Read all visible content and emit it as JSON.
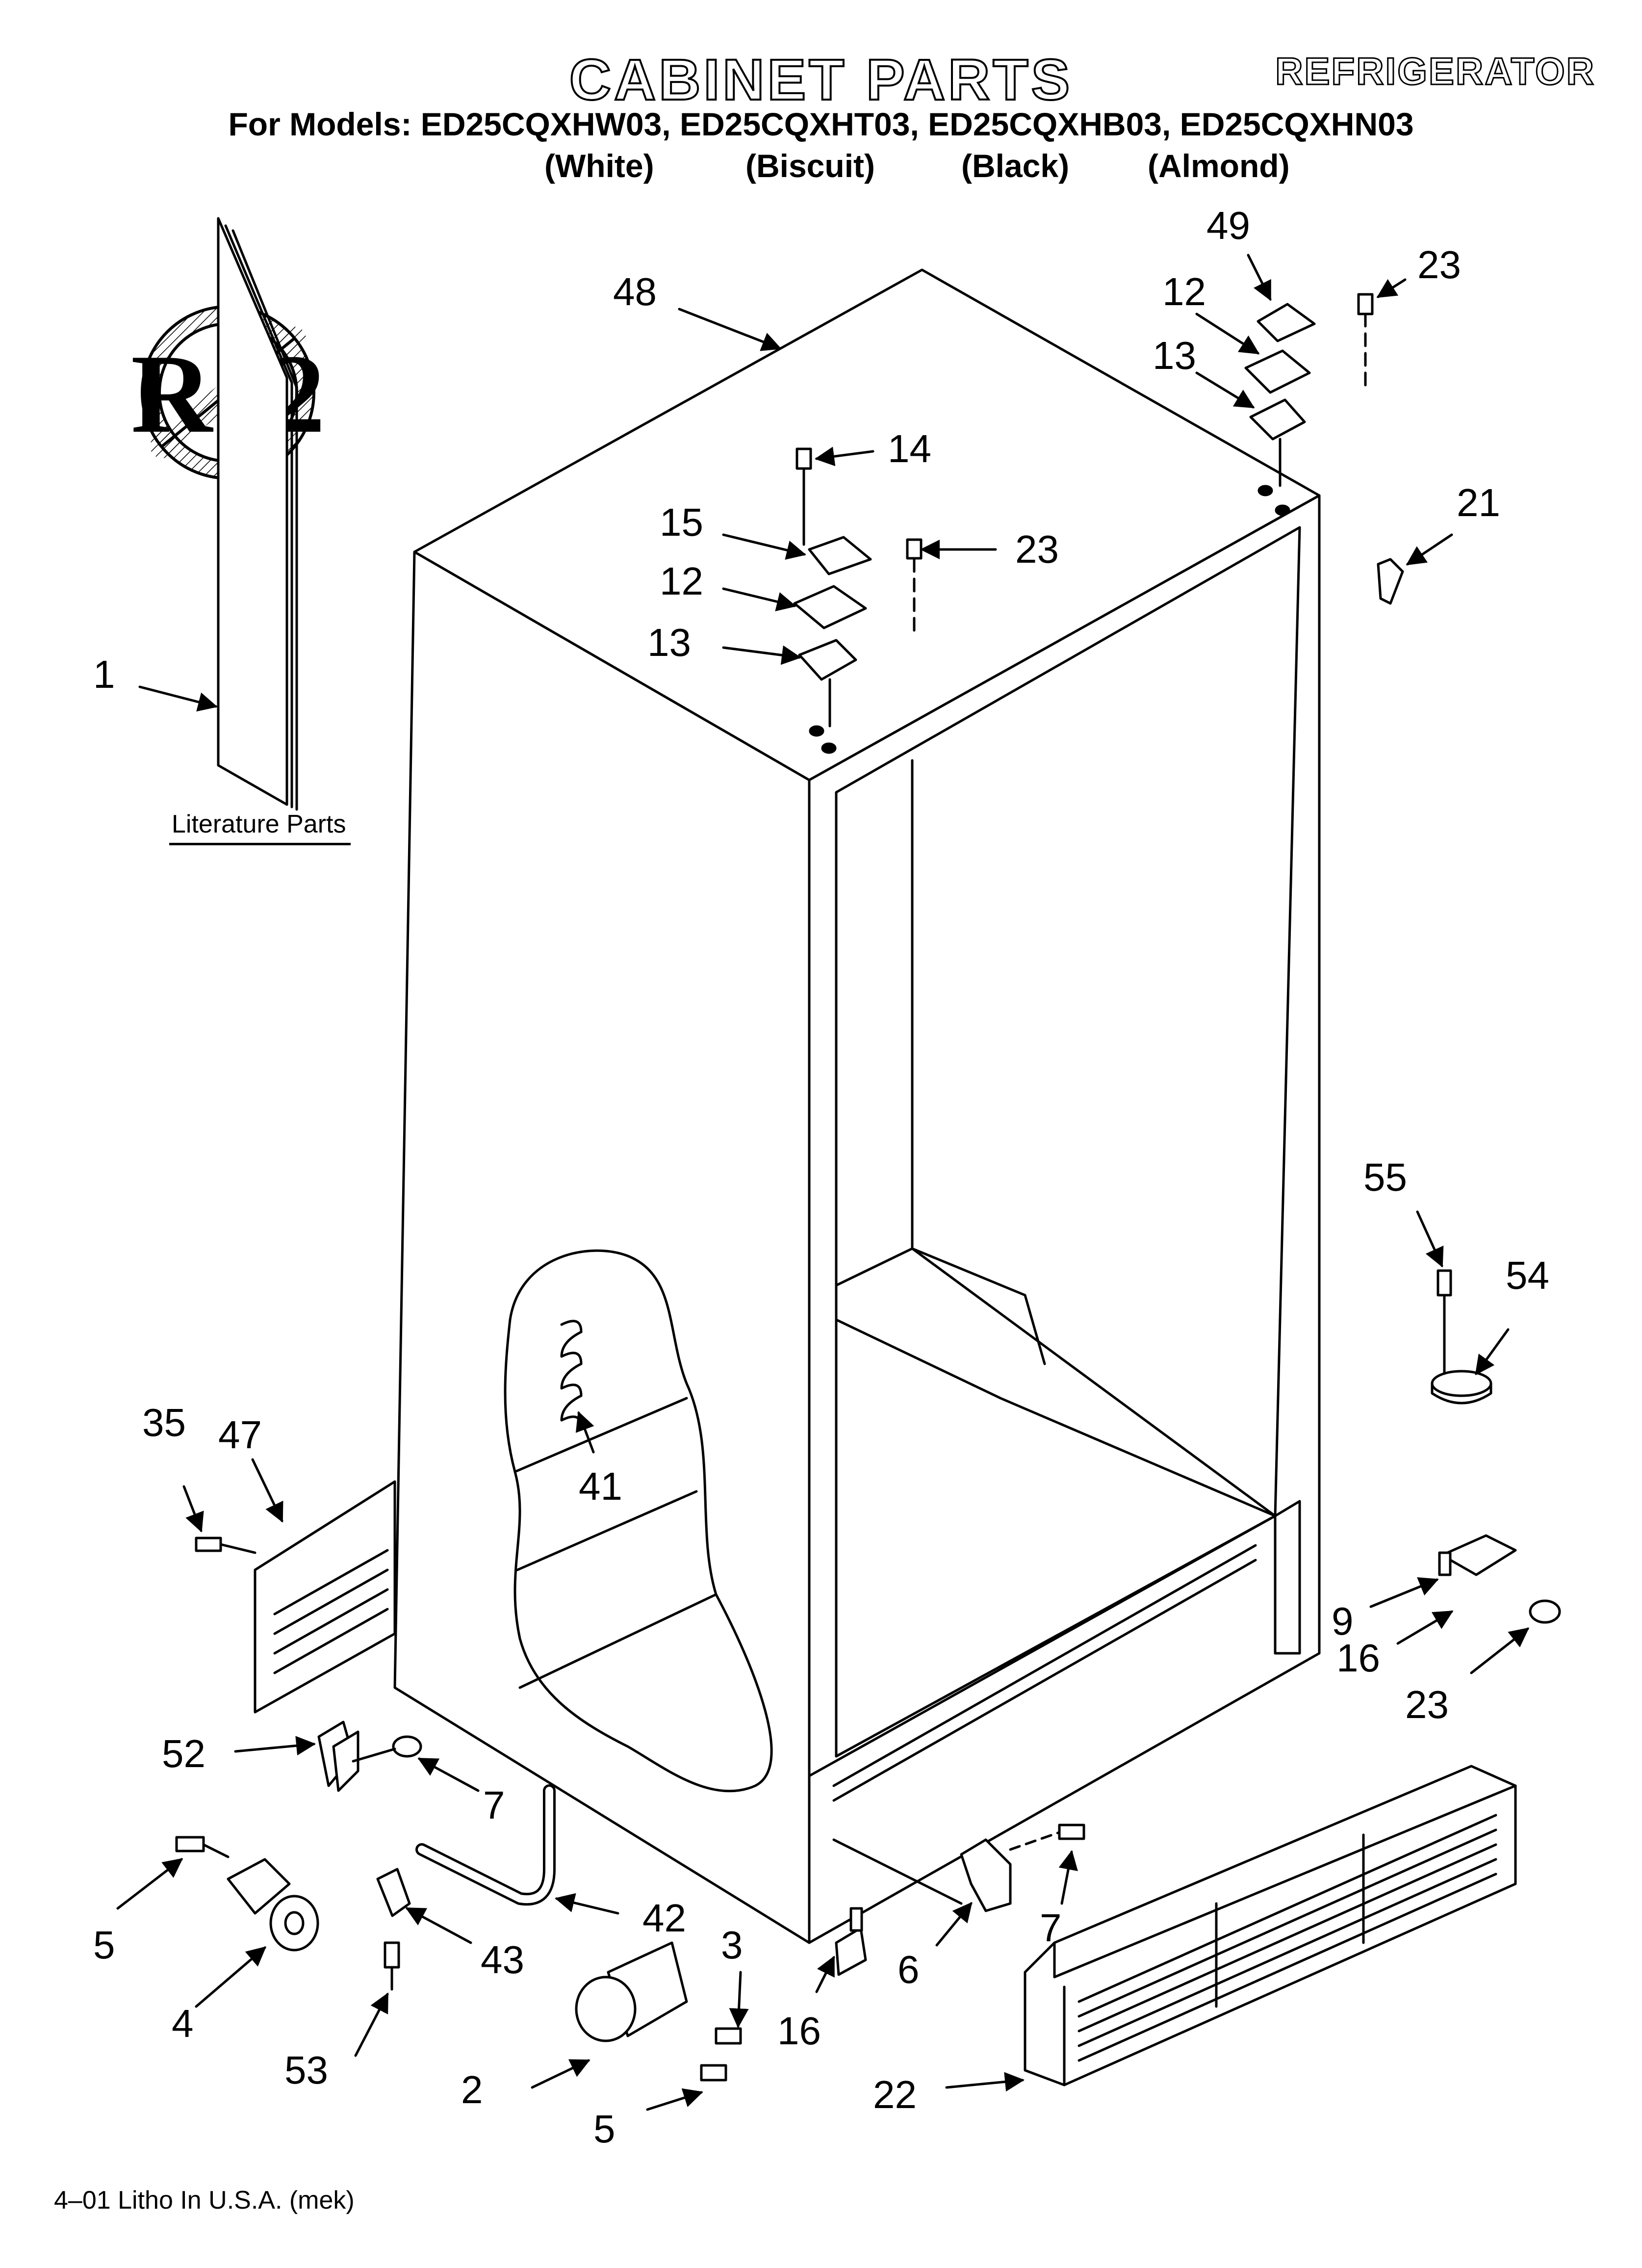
{
  "header": {
    "title": "CABINET PARTS",
    "appliance": "REFRIGERATOR",
    "models_line": "For Models: ED25CQXHW03, ED25CQXHT03, ED25CQXHB03, ED25CQXHN03",
    "colors": [
      "(White)",
      "(Biscuit)",
      "(Black)",
      "(Almond)"
    ]
  },
  "badge": {
    "text": "R12"
  },
  "literature_label": "Literature Parts",
  "callouts": {
    "c48": "48",
    "c49": "49",
    "c23a": "23",
    "c12a": "12",
    "c13a": "13",
    "c14": "14",
    "c15": "15",
    "c23b": "23",
    "c12b": "12",
    "c13b": "13",
    "c21": "21",
    "c1": "1",
    "c55": "55",
    "c54": "54",
    "c41": "41",
    "c35": "35",
    "c47": "47",
    "c9": "9",
    "c16a": "16",
    "c23c": "23",
    "c52": "52",
    "c7a": "7",
    "c5a": "5",
    "c42": "42",
    "c43": "43",
    "c4": "4",
    "c53": "53",
    "c3": "3",
    "c16b": "16",
    "c6": "6",
    "c7b": "7",
    "c2": "2",
    "c5b": "5",
    "c22": "22"
  },
  "footer": "4–01 Litho In U.S.A. (mek)"
}
